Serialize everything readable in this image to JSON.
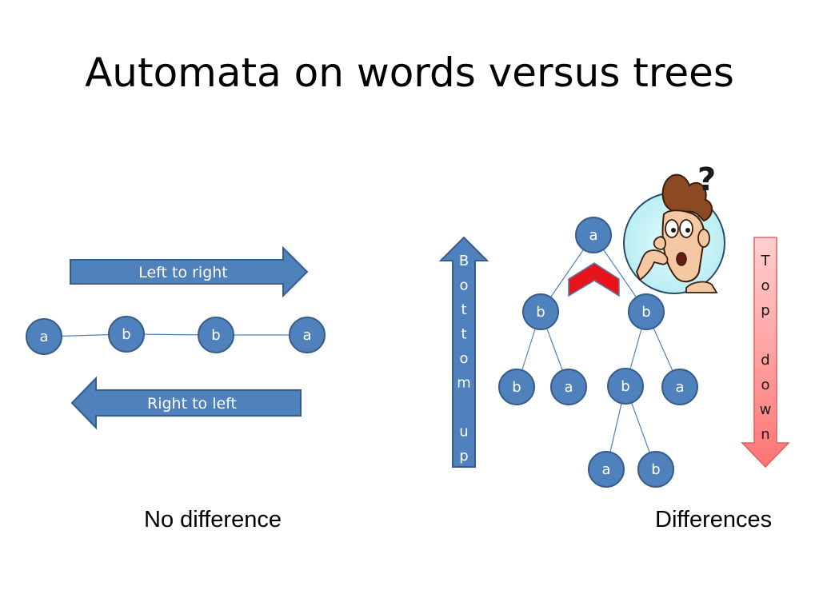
{
  "title": "Automata on words versus trees",
  "colors": {
    "node_fill": "#4f81bd",
    "node_stroke": "#385d8a",
    "edge": "#4f81bd",
    "arrow_fill": "#4f81bd",
    "top_down_fill": "#ff8b8b",
    "red_chevron": "#e8141c"
  },
  "word_section": {
    "arrow_right_label": "Left to right",
    "arrow_left_label": "Right to left",
    "nodes": [
      "a",
      "b",
      "b",
      "a"
    ],
    "caption": "No difference"
  },
  "tree_section": {
    "bottom_up_letters": [
      "B",
      "o",
      "t",
      "t",
      "o",
      "m",
      "",
      "u",
      "p"
    ],
    "top_down_letters": [
      "T",
      "o",
      "p",
      "",
      "d",
      "o",
      "w",
      "n"
    ],
    "nodes": {
      "root": "a",
      "l": "b",
      "r": "b",
      "ll": "b",
      "lr": "a",
      "rl": "b",
      "rr": "a",
      "rll": "a",
      "rlr": "b"
    },
    "question_mark": "?",
    "caption": "Differences"
  }
}
